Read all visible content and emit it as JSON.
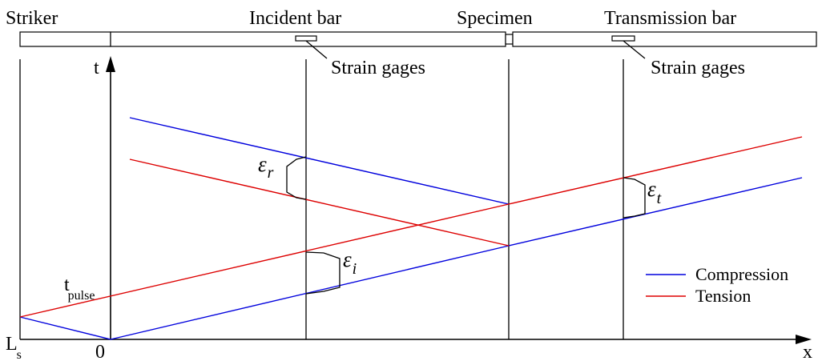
{
  "labels": {
    "striker": "Striker",
    "incident_bar": "Incident bar",
    "specimen": "Specimen",
    "transmission_bar": "Transmission bar",
    "strain_gages_1": "Strain gages",
    "strain_gages_2": "Strain gages",
    "t_axis": "t",
    "x_axis": "x",
    "origin": "0",
    "ls_main": "L",
    "ls_sub": "s",
    "t_pulse_main": "t",
    "t_pulse_sub": "pulse",
    "eps_r_main": "ε",
    "eps_r_sub": "r",
    "eps_t_main": "ε",
    "eps_t_sub": "t",
    "eps_i_main": "ε",
    "eps_i_sub": "i"
  },
  "legend": {
    "items": [
      {
        "label": "Compression",
        "color": "#0000dd"
      },
      {
        "label": "Tension",
        "color": "#dd0000"
      }
    ]
  },
  "colors": {
    "compression": "#0000dd",
    "tension": "#dd0000",
    "lines": "#000000"
  }
}
